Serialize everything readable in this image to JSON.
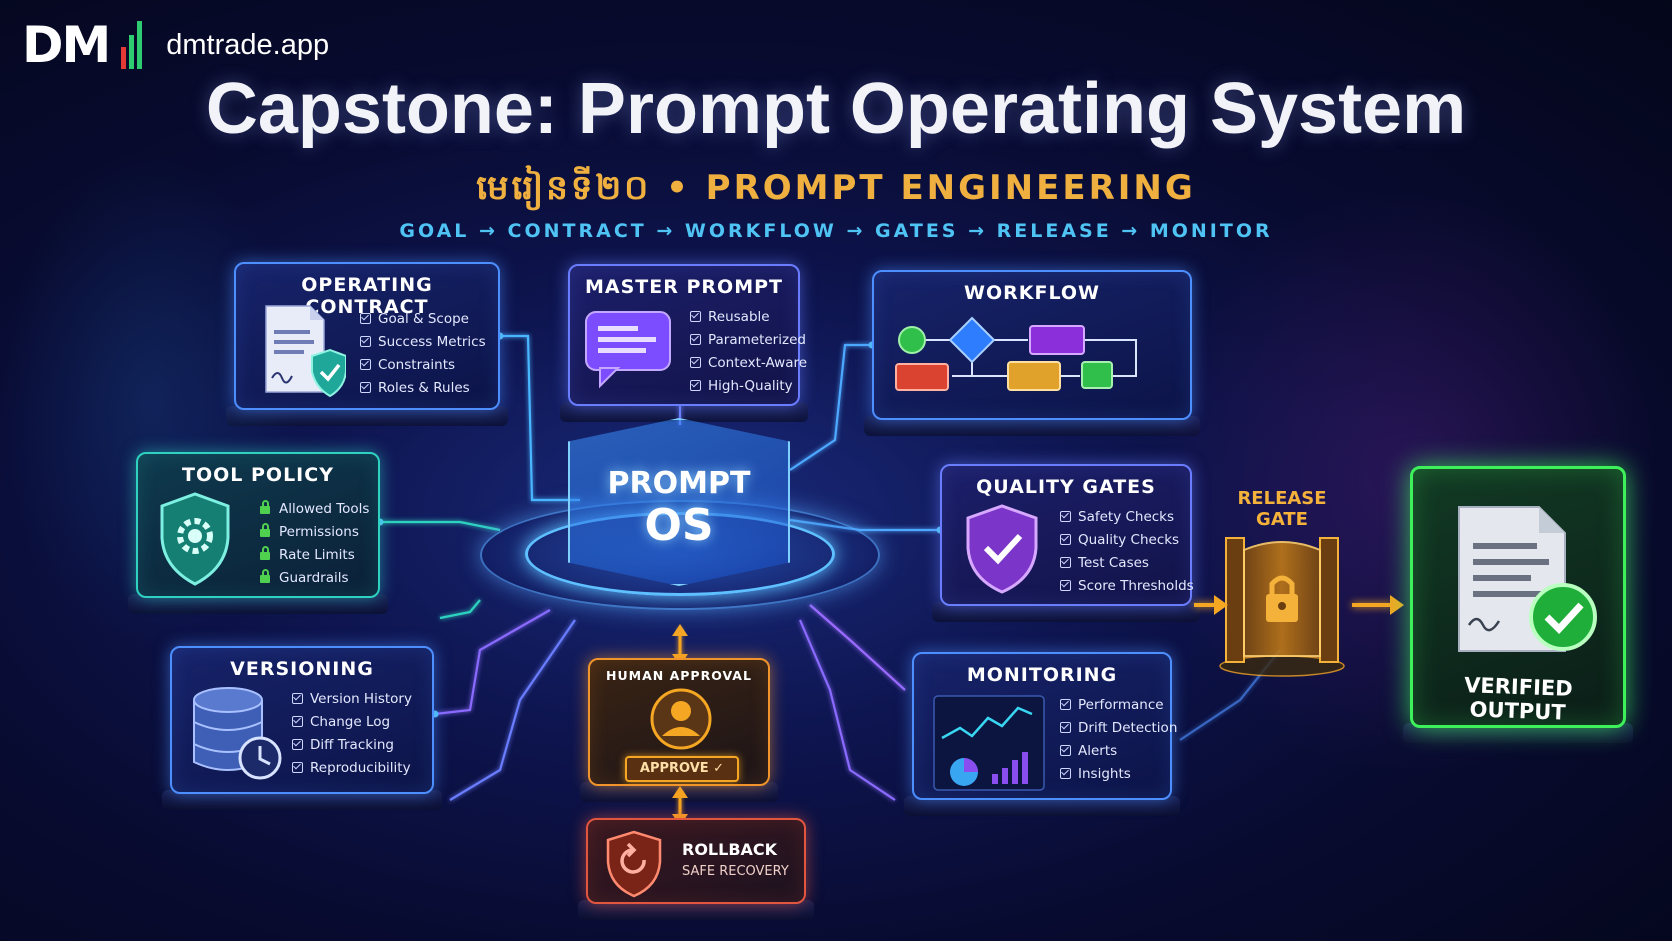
{
  "brand": {
    "mark": "DM",
    "url": "dmtrade.app"
  },
  "title": "Capstone: Prompt Operating System",
  "subtitle": "មេរៀនទី២០ • PROMPT ENGINEERING",
  "flow": "GOAL → CONTRACT → WORKFLOW → GATES → RELEASE → MONITOR",
  "hub": {
    "line1": "PROMPT",
    "line2": "OS"
  },
  "operating_contract": {
    "title": "OPERATING CONTRACT",
    "items": [
      "Goal & Scope",
      "Success Metrics",
      "Constraints",
      "Roles & Rules"
    ]
  },
  "master_prompt": {
    "title": "MASTER PROMPT",
    "items": [
      "Reusable",
      "Parameterized",
      "Context-Aware",
      "High-Quality"
    ]
  },
  "workflow": {
    "title": "WORKFLOW"
  },
  "tool_policy": {
    "title": "TOOL POLICY",
    "items": [
      "Allowed Tools",
      "Permissions",
      "Rate Limits",
      "Guardrails"
    ]
  },
  "quality_gates": {
    "title": "QUALITY GATES",
    "items": [
      "Safety Checks",
      "Quality Checks",
      "Test Cases",
      "Score Thresholds"
    ]
  },
  "versioning": {
    "title": "VERSIONING",
    "items": [
      "Version History",
      "Change Log",
      "Diff Tracking",
      "Reproducibility"
    ]
  },
  "human_approval": {
    "title": "HUMAN APPROVAL",
    "button": "APPROVE ✓"
  },
  "rollback": {
    "title": "ROLLBACK",
    "subtitle": "SAFE RECOVERY"
  },
  "monitoring": {
    "title": "MONITORING",
    "items": [
      "Performance",
      "Drift Detection",
      "Alerts",
      "Insights"
    ]
  },
  "release_gate": {
    "line1": "RELEASE",
    "line2": "GATE"
  },
  "verified_output": {
    "title": "VERIFIED OUTPUT"
  },
  "colors": {
    "blue": "#4d8fff",
    "teal": "#2fd2c0",
    "orange": "#f0942b",
    "red": "#e2563f",
    "green": "#3ef05a",
    "gold": "#f0b040",
    "cyan": "#4fc4f4"
  }
}
